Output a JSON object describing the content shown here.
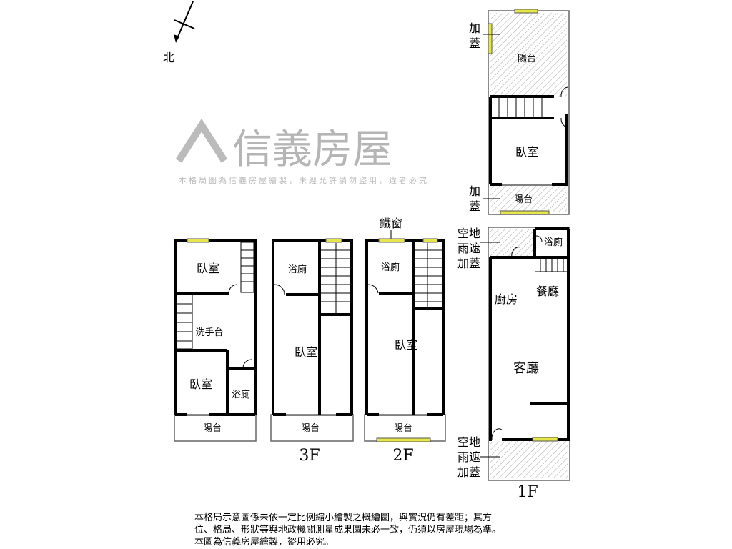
{
  "north_label": "北",
  "watermark": {
    "brand": "信義房屋",
    "notice": "本格局圖為信義房屋繪製，未經允許請勿盜用，違者必究"
  },
  "colors": {
    "window": "#e6e64a",
    "wall": "#000000"
  },
  "roof_floor": {
    "top_balcony": "陽台",
    "bedroom": "臥室",
    "bottom_balcony": "陽台",
    "addition_top": [
      "加",
      "蓋"
    ],
    "addition_bottom": [
      "加",
      "蓋"
    ]
  },
  "floor_1f": {
    "label": "1F",
    "bathroom": "浴廁",
    "kitchen": "廚房",
    "dining": "餐廳",
    "living": "客廳",
    "top_side": [
      "空地",
      "雨遮",
      "加蓋"
    ],
    "bottom_side": [
      "空地",
      "雨遮",
      "加蓋"
    ]
  },
  "floor_3f": {
    "label": "3F",
    "left_unit": {
      "bedroom_top": "臥室",
      "wash_basin": "洗手台",
      "bedroom_bottom": "臥室",
      "bathroom": "浴廁",
      "balcony": "陽台"
    },
    "right_unit": {
      "bathroom": "浴廁",
      "bedroom": "臥室",
      "balcony": "陽台"
    }
  },
  "floor_2f": {
    "label": "2F",
    "iron_window": "鐵窗",
    "bathroom": "浴廁",
    "bedroom": "臥室",
    "balcony": "陽台"
  },
  "disclaimer": [
    "本格局示意圖係未依一定比例縮小繪製之概繪圖，與實況仍有差距；其方",
    "位、格局、形狀等與地政機關測量成果圖未必一致，仍須以房屋現場為準。",
    "本圖為信義房屋繪製，盜用必究。"
  ]
}
